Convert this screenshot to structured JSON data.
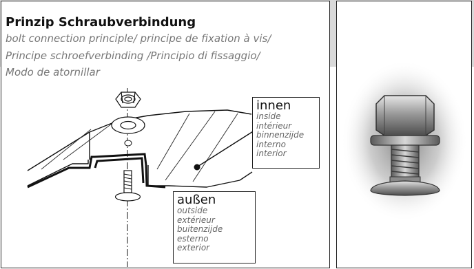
{
  "title": "Prinzip Schraubverbindung",
  "subtitle_lines": [
    "bolt connection principle/ principe de fixation à vis/",
    "Principe schroefverbinding /Principio di fissaggio/",
    "Modo de atornillar"
  ],
  "inside_label": {
    "heading": "innen",
    "lines": [
      "inside",
      "intérieur",
      "binnenzijde",
      "interno",
      "interior"
    ]
  },
  "outside_label": {
    "heading": "außen",
    "lines": [
      "outside",
      "extérieur",
      "buitenzijde",
      "esterno",
      "exterior"
    ]
  },
  "colors": {
    "background_band": "#d9d9d9",
    "line": "#111111",
    "subtitle": "#777777"
  },
  "photo": {
    "icon": "carriage-bolt-with-nut-photo"
  }
}
